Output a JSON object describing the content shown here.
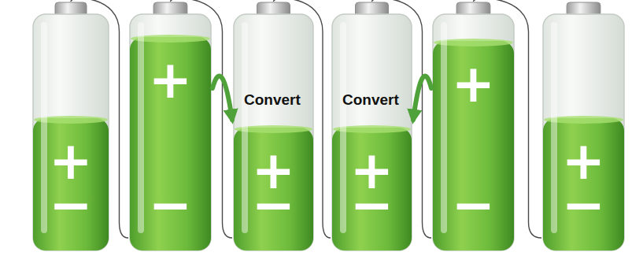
{
  "diagram": {
    "nodes": [
      {
        "text": [
          "+",
          "−"
        ]
      },
      {
        "text": [
          "+",
          "−"
        ]
      },
      {
        "text": [
          "+",
          "−"
        ]
      },
      {
        "text": [
          "+",
          "−"
        ]
      },
      {
        "text": [
          "+",
          "−"
        ]
      },
      {
        "text": [
          "+",
          "−"
        ]
      }
    ],
    "edges": [
      {
        "from": 0,
        "to": 1,
        "arrow": "none"
      },
      {
        "from": 1,
        "to": 2,
        "arrow": "none"
      },
      {
        "from": 2,
        "to": 3,
        "arrow": "none"
      },
      {
        "from": 3,
        "to": 4,
        "arrow": "none"
      },
      {
        "from": 4,
        "to": 5,
        "arrow": "none"
      },
      {
        "from": 1,
        "to": 2,
        "label": "Convert",
        "arrow": "to"
      },
      {
        "from": 4,
        "to": 3,
        "label": "Convert",
        "arrow": "to"
      }
    ]
  }
}
